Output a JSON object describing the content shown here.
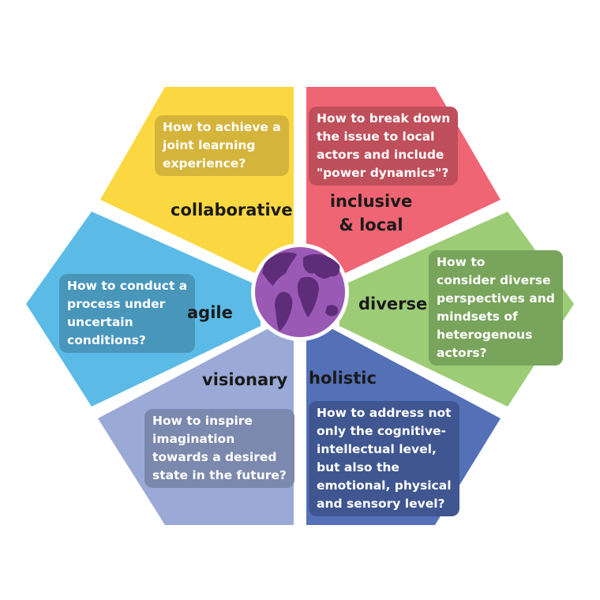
{
  "segments": {
    "collaborative": {
      "label": "collaborative",
      "question": [
        "How to achieve a",
        "joint learning",
        "experience?"
      ],
      "color": "#fbd841",
      "box_color": "#d5b43b"
    },
    "inclusive": {
      "label": [
        "inclusive",
        "& local"
      ],
      "question": [
        "How to break down",
        "the issue to local",
        "actors and include",
        "\"power dynamics\"?"
      ],
      "color": "#f06574",
      "box_color": "#bf4f5a"
    },
    "diverse": {
      "label": "diverse",
      "question": [
        "How to",
        "consider diverse",
        "perspectives and",
        "mindsets of",
        "heterogenous",
        "actors?"
      ],
      "color": "#9dcc77",
      "box_color": "#79a45b"
    },
    "holistic": {
      "label": "holistic",
      "question": [
        "How to address not",
        "only the cognitive-",
        "intellectual level,",
        "but also the",
        "emotional, physical",
        "and sensory level?"
      ],
      "color": "#5470b7",
      "box_color": "#3f5690"
    },
    "visionary": {
      "label": "visionary",
      "question": [
        "How to inspire",
        "imagination",
        "towards a desired",
        "state in the future?"
      ],
      "color": "#9aa9d6",
      "box_color": "#7c89ae"
    },
    "agile": {
      "label": "agile",
      "question": [
        "How to conduct a",
        "process under",
        "uncertain",
        "conditions?"
      ],
      "color": "#5cbbe6",
      "box_color": "#4996bb"
    }
  },
  "globe": {
    "icon": "globe-icon",
    "ocean_color": "#9b59b6",
    "land_color": "#5e2d79",
    "ring_color": "#ffffff"
  }
}
